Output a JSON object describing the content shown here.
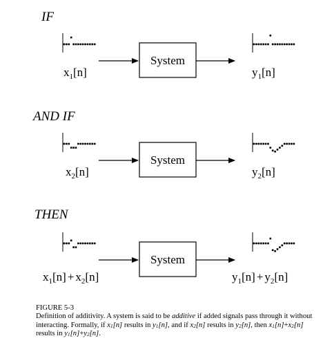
{
  "rows": [
    {
      "heading": "IF",
      "input_label": {
        "sym": "x",
        "sub": "1",
        "arg": "[n]"
      },
      "system_label": "System",
      "output_label": {
        "sym": "y",
        "sub": "1",
        "arg": "[n]"
      },
      "input_signal": [
        0,
        0,
        0,
        0.7,
        0,
        0,
        0,
        0,
        0,
        0,
        0,
        0,
        0,
        0
      ],
      "output_signal": [
        0,
        0,
        0,
        0,
        0,
        0,
        0,
        0.9,
        0,
        0,
        0,
        0,
        0,
        0,
        0,
        0,
        0,
        0
      ]
    },
    {
      "heading": "AND IF",
      "input_label": {
        "sym": "x",
        "sub": "2",
        "arg": "[n]"
      },
      "system_label": "System",
      "output_label": {
        "sym": "y",
        "sub": "2",
        "arg": "[n]"
      },
      "input_signal": [
        0,
        0,
        0,
        -0.4,
        -0.4,
        -0.4,
        0,
        0,
        0,
        0,
        0,
        0,
        0,
        0
      ],
      "output_signal": [
        0,
        0,
        0,
        0,
        0,
        0,
        0,
        -0.4,
        -0.7,
        -0.8,
        -0.6,
        -0.4,
        -0.2,
        0,
        0,
        0,
        0,
        0
      ]
    },
    {
      "heading": "THEN",
      "input_label": {
        "sym1": "x",
        "sub1": "1",
        "arg1": "[n]",
        "op": "+",
        "sym2": "x",
        "sub2": "2",
        "arg2": "[n]"
      },
      "system_label": "System",
      "output_label": {
        "sym1": "y",
        "sub1": "1",
        "arg1": "[n]",
        "op": "+",
        "sym2": "y",
        "sub2": "2",
        "arg2": "[n]"
      },
      "input_signal": [
        0,
        0,
        0,
        0.3,
        -0.4,
        -0.4,
        0,
        0,
        0,
        0,
        0,
        0,
        0,
        0
      ],
      "output_signal": [
        0,
        0,
        0,
        0,
        0,
        0,
        0,
        0.5,
        -0.7,
        -0.8,
        -0.6,
        -0.4,
        -0.2,
        0,
        0,
        0,
        0,
        0
      ]
    }
  ],
  "caption": {
    "figure_label": "FIGURE 5-3",
    "line1_a": "Definition of additivity.  A system is said to be ",
    "line1_em": "additive",
    "line1_b": " if added signals pass through it",
    "line2_a": "without interacting.  Formally, if ",
    "line2_x1": "x",
    "line2_x1_sub": "1",
    "line2_x1_arg": "[n]",
    "line2_b": " results in ",
    "line2_y1": "y",
    "line2_y1_sub": "1",
    "line2_y1_arg": "[n]",
    "line2_c": ", and if ",
    "line2_x2": "x",
    "line2_x2_sub": "2",
    "line2_x2_arg": "[n]",
    "line2_d": " results in ",
    "line2_y2": "y",
    "line2_y2_sub": "2",
    "line2_y2_arg": "[n]",
    "line2_e": ", then",
    "line3_x1": "x",
    "line3_x1_sub": "1",
    "line3_x1_arg": "[n]",
    "line3_plus": "+",
    "line3_x2": "x",
    "line3_x2_sub": "2",
    "line3_x2_arg": "[n]",
    "line3_mid": " results in ",
    "line3_y1": "y",
    "line3_y1_sub": "1",
    "line3_y1_arg": "[n]",
    "line3_plus2": "+",
    "line3_y2": "y",
    "line3_y2_sub": "2",
    "line3_y2_arg": "[n]",
    "line3_end": "."
  }
}
